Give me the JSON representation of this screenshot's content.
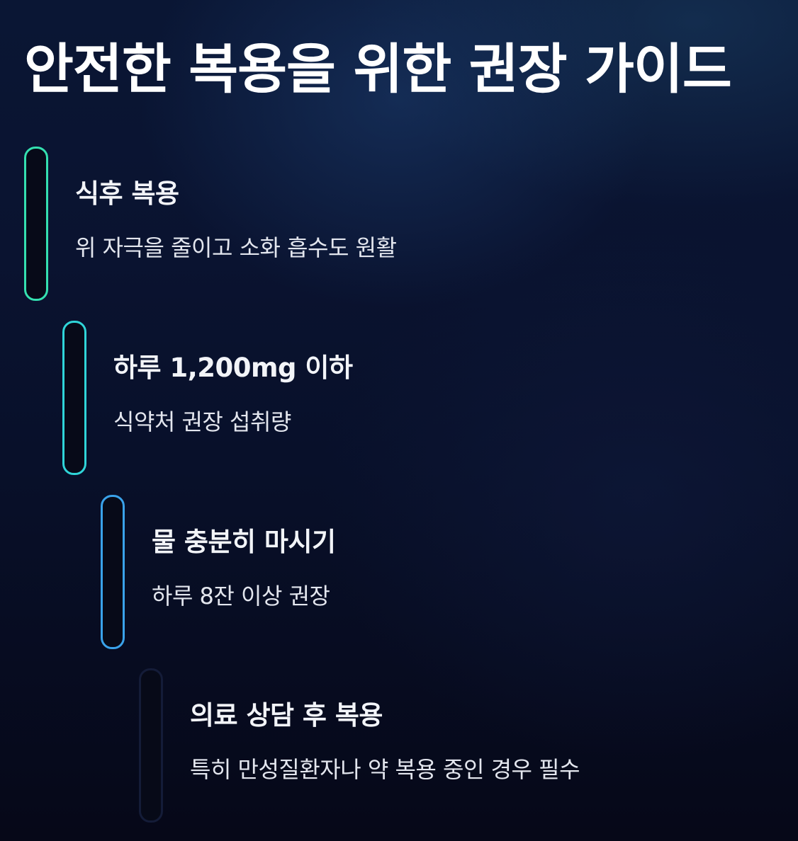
{
  "title": "안전한 복용을 위한 권장 가이드",
  "steps": [
    {
      "heading": "식후 복용",
      "description": "위 자극을 줄이고 소화 흡수도 원활",
      "color": "#34e0b0"
    },
    {
      "heading": "하루 1,200mg 이하",
      "description": "식약처 권장 섭취량",
      "color": "#2fd4d8"
    },
    {
      "heading": "물 충분히 마시기",
      "description": "하루 8잔 이상 권장",
      "color": "#3aa2ea"
    },
    {
      "heading": "의료 상담 후 복용",
      "description": "특히 만성질환자나 약 복용 중인 경우 필수",
      "color": "#141c38"
    }
  ]
}
